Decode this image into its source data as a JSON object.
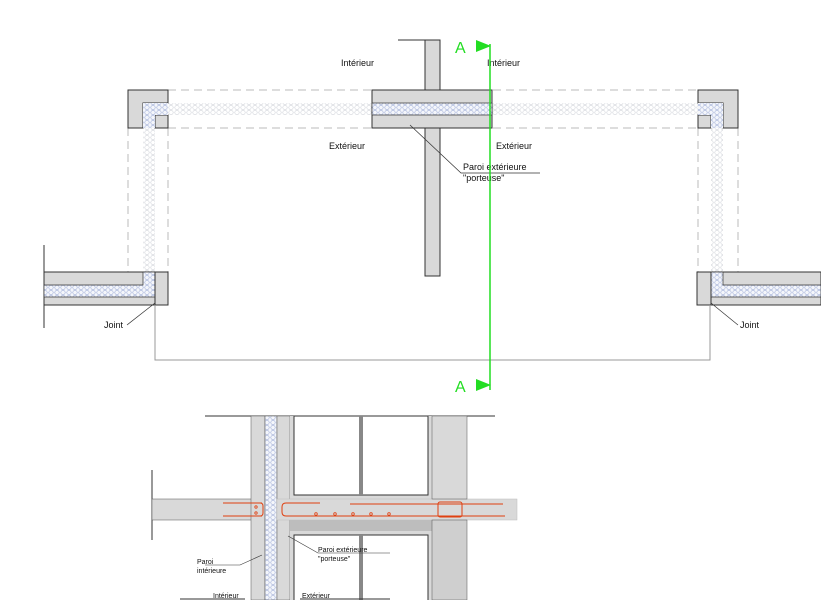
{
  "plan": {
    "labels": {
      "interieur_left": "Intérieur",
      "interieur_right": "Intérieur",
      "exterieur_left": "Extérieur",
      "exterieur_right": "Extérieur",
      "paroi_line1": "Paroi extérieure",
      "paroi_line2": "\"porteuse\"",
      "joint_left": "Joint",
      "joint_right": "Joint"
    },
    "section_marker_top": "A",
    "section_marker_bottom": "A"
  },
  "section": {
    "labels": {
      "paroi_int_line1": "Paroi",
      "paroi_int_line2": "intérieure",
      "paroi_ext_line1": "Paroi extérieure",
      "paroi_ext_line2": "\"porteuse\"",
      "interieur": "Intérieur",
      "exterieur": "Extérieur"
    }
  },
  "colors": {
    "wall": "#d9d9d9",
    "section_line": "#22dd22",
    "rebar": "#e04010",
    "insulation": "#8899cc"
  }
}
